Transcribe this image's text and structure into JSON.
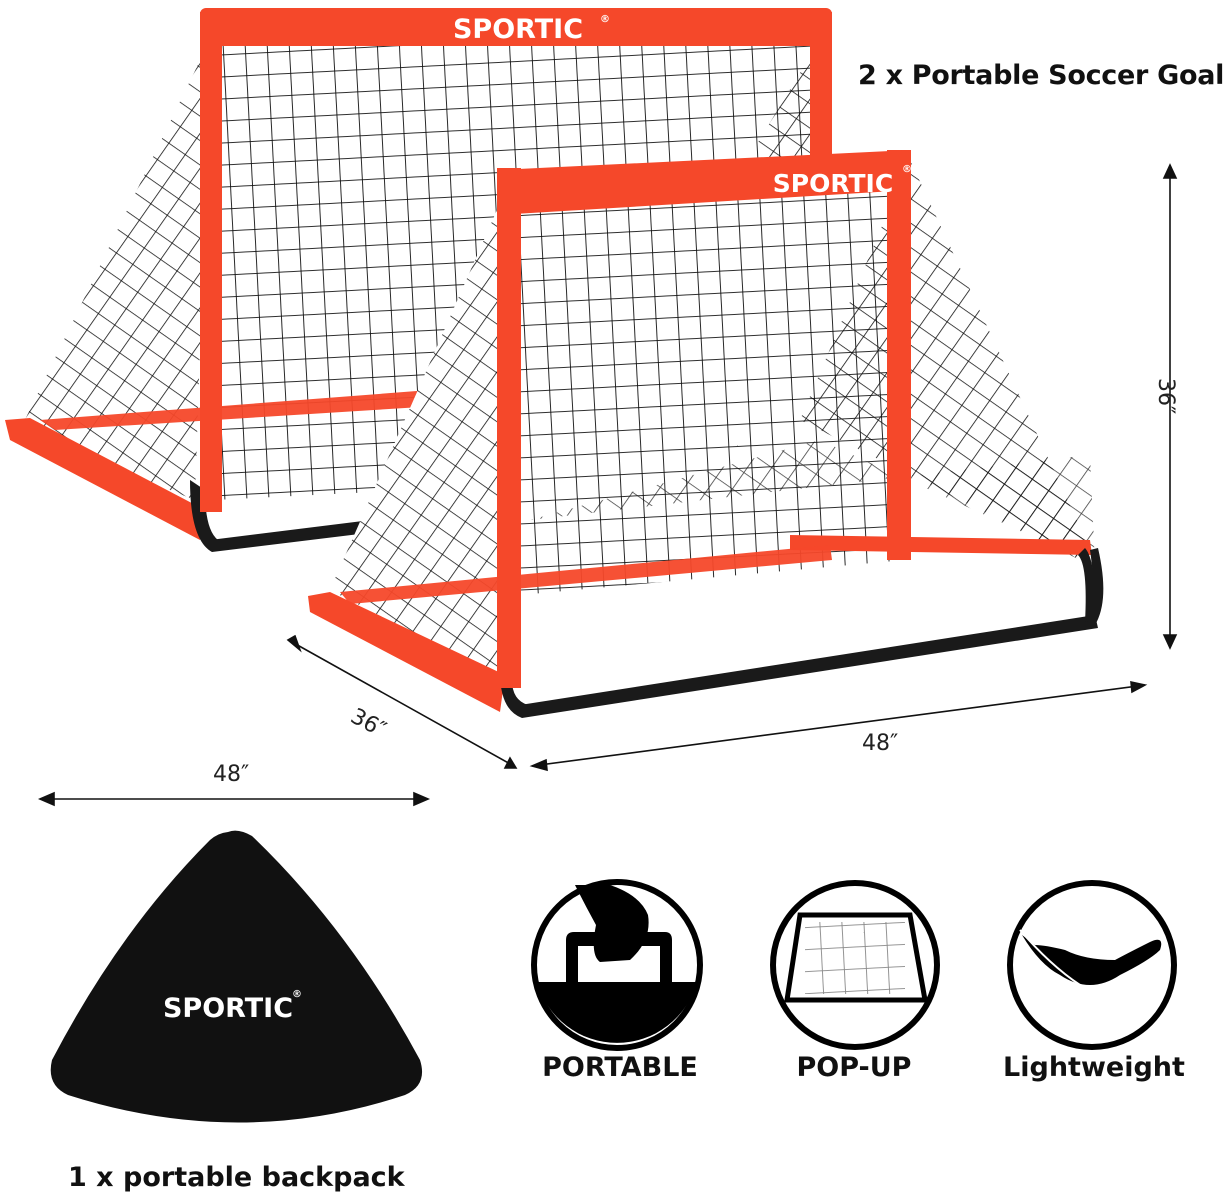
{
  "header": {
    "title": "2 x Portable Soccer Goal"
  },
  "brand": {
    "name": "SPORTIC",
    "registered_mark": "®",
    "frame_color": "#f5482a",
    "net_color": "#111111",
    "pole_color": "#1a1a1a"
  },
  "dimensions": {
    "height": "36″",
    "depth": "36″",
    "width": "48″",
    "bag_width": "48″"
  },
  "features": [
    {
      "label": "PORTABLE",
      "icon": "hand-carrying-handle-icon"
    },
    {
      "label": "POP-UP",
      "icon": "goal-net-icon"
    },
    {
      "label": "Lightweight",
      "icon": "feather-icon"
    }
  ],
  "backpack": {
    "brand": "SPORTIC",
    "registered_mark": "®",
    "color": "#111111",
    "caption": "1 x portable backpack"
  }
}
